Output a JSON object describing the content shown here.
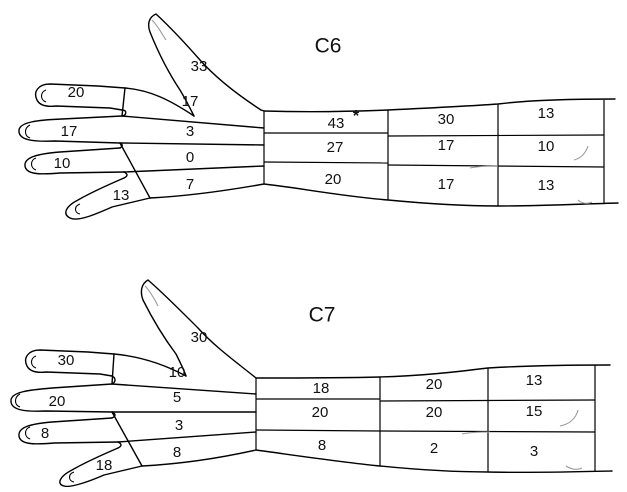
{
  "diagrams": [
    {
      "id": "c6",
      "title": "C6",
      "thumb": "33",
      "fingers": {
        "index": "20",
        "middle": "17",
        "ring": "10",
        "little": "13"
      },
      "palm": [
        "17",
        "3",
        "0",
        "7"
      ],
      "wrist": [
        "43",
        "27",
        "20"
      ],
      "wrist_marker": "*",
      "forearm_mid": [
        "30",
        "17",
        "17"
      ],
      "forearm_prox": [
        "13",
        "10",
        "13"
      ]
    },
    {
      "id": "c7",
      "title": "C7",
      "thumb": "30",
      "fingers": {
        "index": "30",
        "middle": "20",
        "ring": "8",
        "little": "18"
      },
      "palm": [
        "10",
        "5",
        "3",
        "8"
      ],
      "wrist": [
        "18",
        "20",
        "8"
      ],
      "forearm_mid": [
        "20",
        "20",
        "2"
      ],
      "forearm_prox": [
        "13",
        "15",
        "3"
      ]
    }
  ]
}
